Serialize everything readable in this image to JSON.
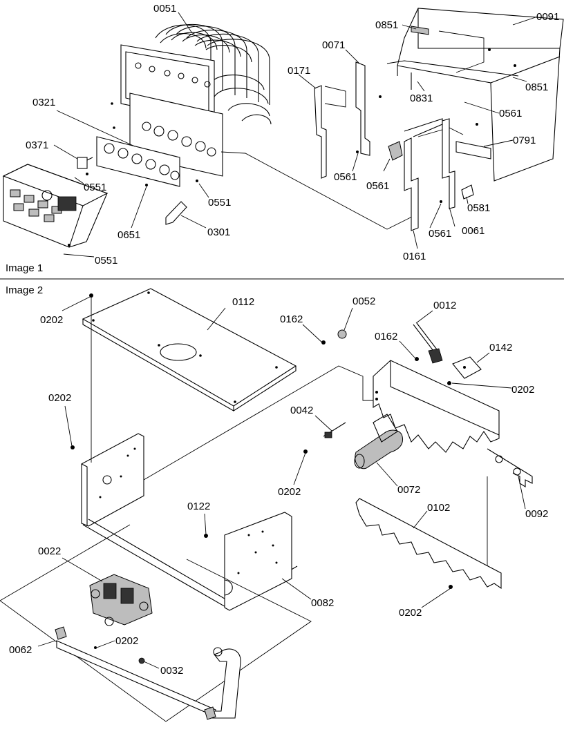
{
  "sections": [
    {
      "label": "Image 1"
    },
    {
      "label": "Image 2"
    }
  ],
  "callouts": [
    {
      "id": "c1",
      "text": "0051"
    },
    {
      "id": "c2",
      "text": "0851"
    },
    {
      "id": "c3",
      "text": "0091"
    },
    {
      "id": "c4",
      "text": "0071"
    },
    {
      "id": "c5",
      "text": "0171"
    },
    {
      "id": "c6",
      "text": "0851"
    },
    {
      "id": "c7",
      "text": "0831"
    },
    {
      "id": "c8",
      "text": "0321"
    },
    {
      "id": "c9",
      "text": "0561"
    },
    {
      "id": "c10",
      "text": "0371"
    },
    {
      "id": "c11",
      "text": "0791"
    },
    {
      "id": "c12",
      "text": "0551"
    },
    {
      "id": "c13",
      "text": "0561"
    },
    {
      "id": "c14",
      "text": "0561"
    },
    {
      "id": "c15",
      "text": "0551"
    },
    {
      "id": "c16",
      "text": "0581"
    },
    {
      "id": "c17",
      "text": "0651"
    },
    {
      "id": "c18",
      "text": "0301"
    },
    {
      "id": "c19",
      "text": "0561"
    },
    {
      "id": "c20",
      "text": "0061"
    },
    {
      "id": "c21",
      "text": "0161"
    },
    {
      "id": "c22",
      "text": "0551"
    },
    {
      "id": "c23",
      "text": "0112"
    },
    {
      "id": "c24",
      "text": "0052"
    },
    {
      "id": "c25",
      "text": "0012"
    },
    {
      "id": "c26",
      "text": "0202"
    },
    {
      "id": "c27",
      "text": "0162"
    },
    {
      "id": "c28",
      "text": "0162"
    },
    {
      "id": "c29",
      "text": "0142"
    },
    {
      "id": "c30",
      "text": "0202"
    },
    {
      "id": "c31",
      "text": "0202"
    },
    {
      "id": "c32",
      "text": "0042"
    },
    {
      "id": "c33",
      "text": "0202"
    },
    {
      "id": "c34",
      "text": "0072"
    },
    {
      "id": "c35",
      "text": "0092"
    },
    {
      "id": "c36",
      "text": "0122"
    },
    {
      "id": "c37",
      "text": "0102"
    },
    {
      "id": "c38",
      "text": "0022"
    },
    {
      "id": "c39",
      "text": "0082"
    },
    {
      "id": "c40",
      "text": "0202"
    },
    {
      "id": "c41",
      "text": "0062"
    },
    {
      "id": "c42",
      "text": "0202"
    },
    {
      "id": "c43",
      "text": "0032"
    }
  ]
}
